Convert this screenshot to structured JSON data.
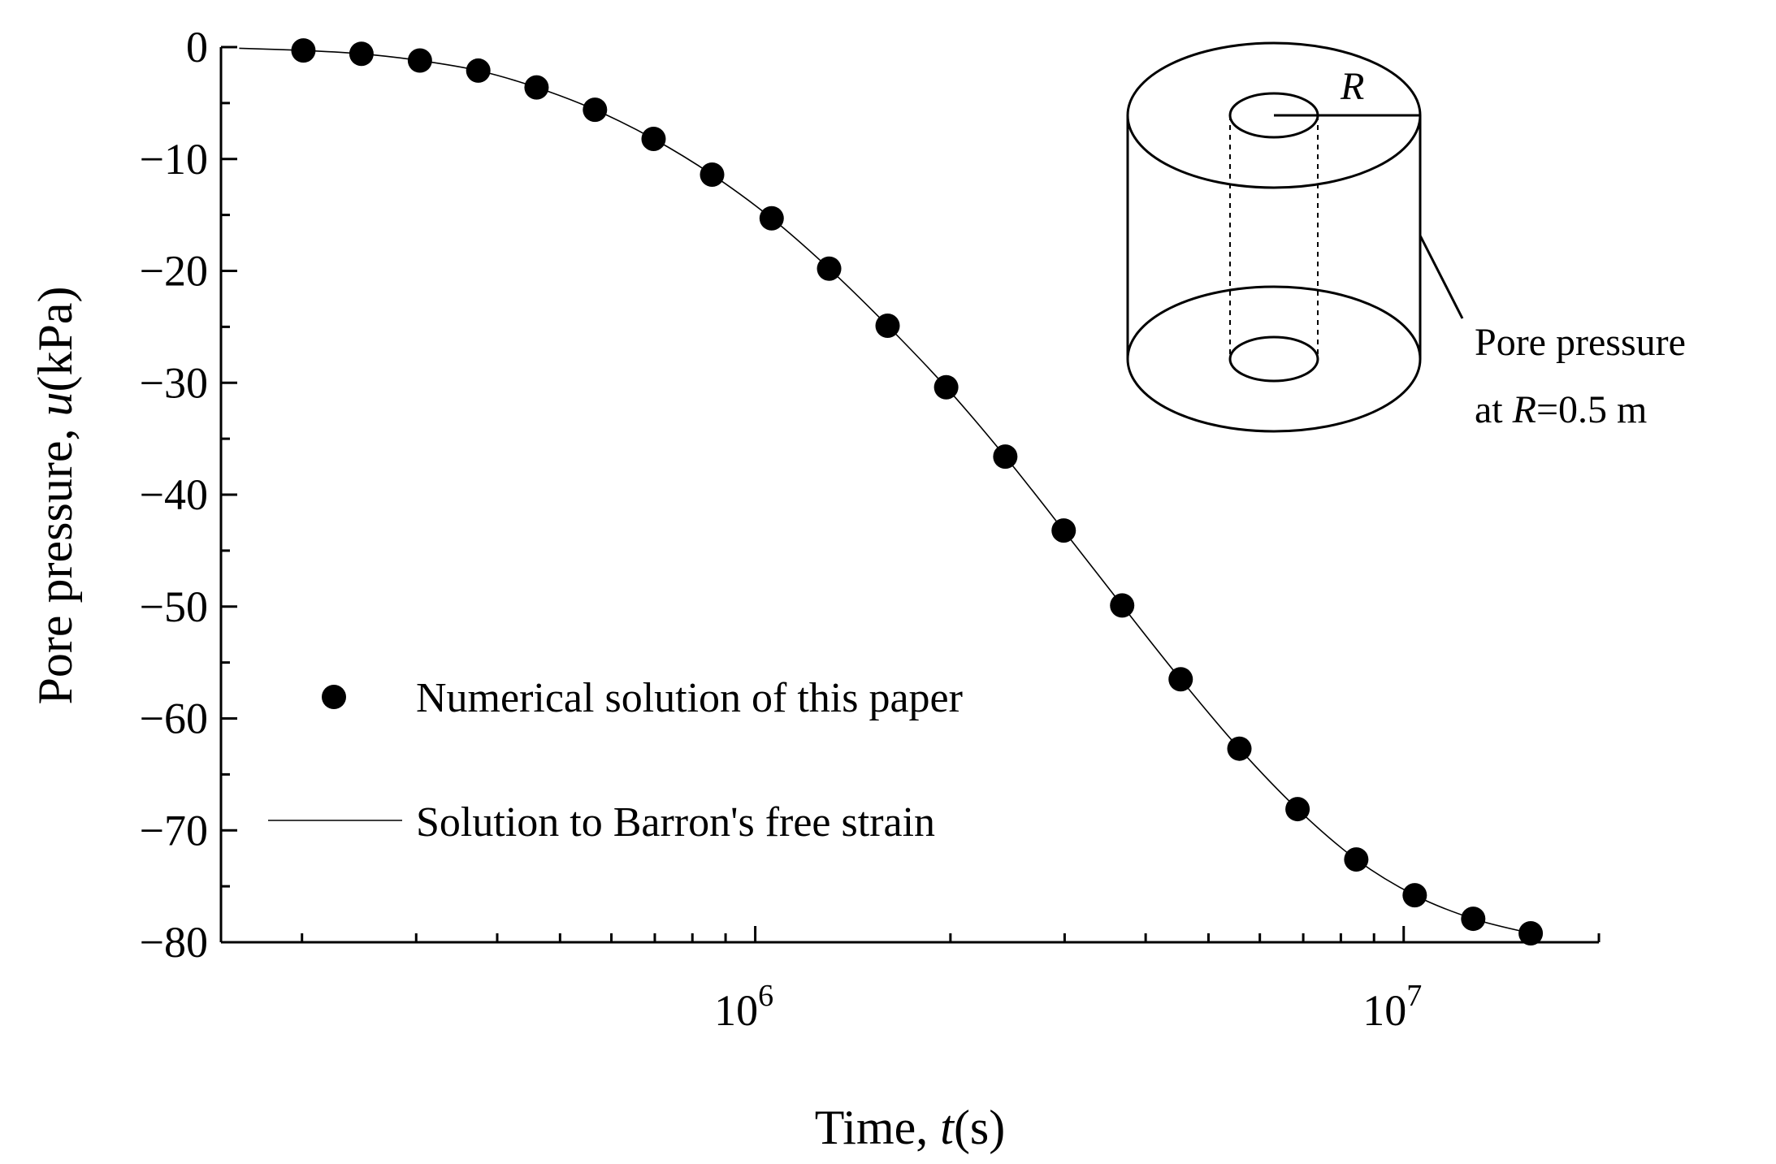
{
  "chart_data": {
    "type": "scatter",
    "xscale": "log",
    "xlim": [
      150000,
      20000000
    ],
    "ylim": [
      -80,
      0
    ],
    "grid": false,
    "legend_placement": "lower-left",
    "xlabel": {
      "prefix": "Time, ",
      "var": "t",
      "suffix": "(s)"
    },
    "ylabel": {
      "prefix": "Pore pressure, ",
      "var": "u",
      "suffix": "(kPa)"
    },
    "x_ticks": [
      {
        "value": 1000000,
        "base": "10",
        "exp": "6"
      },
      {
        "value": 10000000,
        "base": "10",
        "exp": "7"
      }
    ],
    "y_ticks": [
      {
        "value": 0,
        "label": "0"
      },
      {
        "value": -10,
        "label": "−10"
      },
      {
        "value": -20,
        "label": "−20"
      },
      {
        "value": -30,
        "label": "−30"
      },
      {
        "value": -40,
        "label": "−40"
      },
      {
        "value": -50,
        "label": "−50"
      },
      {
        "value": -60,
        "label": "−60"
      },
      {
        "value": -70,
        "label": "−70"
      },
      {
        "value": -80,
        "label": "−80"
      }
    ],
    "series": [
      {
        "name": "Numerical solution of this paper",
        "style": "marker",
        "color": "#000000",
        "points": [
          {
            "x": 201000,
            "y": -0.3
          },
          {
            "x": 247000,
            "y": -0.6
          },
          {
            "x": 304000,
            "y": -1.2
          },
          {
            "x": 374000,
            "y": -2.1
          },
          {
            "x": 460000,
            "y": -3.6
          },
          {
            "x": 566000,
            "y": -5.6
          },
          {
            "x": 697000,
            "y": -8.2
          },
          {
            "x": 858000,
            "y": -11.4
          },
          {
            "x": 1060000,
            "y": -15.3
          },
          {
            "x": 1300000,
            "y": -19.8
          },
          {
            "x": 1600000,
            "y": -24.9
          },
          {
            "x": 1970000,
            "y": -30.4
          },
          {
            "x": 2430000,
            "y": -36.6
          },
          {
            "x": 2990000,
            "y": -43.2
          },
          {
            "x": 3680000,
            "y": -49.9
          },
          {
            "x": 4530000,
            "y": -56.5
          },
          {
            "x": 5580000,
            "y": -62.7
          },
          {
            "x": 6860000,
            "y": -68.1
          },
          {
            "x": 8450000,
            "y": -72.6
          },
          {
            "x": 10400000,
            "y": -75.8
          },
          {
            "x": 12800000,
            "y": -77.9
          },
          {
            "x": 15700000,
            "y": -79.2
          }
        ]
      },
      {
        "name": "Solution to Barron's free strain",
        "style": "line",
        "color": "#000000",
        "points": [
          {
            "x": 160000,
            "y": -0.1
          },
          {
            "x": 201000,
            "y": -0.3
          },
          {
            "x": 247000,
            "y": -0.6
          },
          {
            "x": 304000,
            "y": -1.2
          },
          {
            "x": 374000,
            "y": -2.1
          },
          {
            "x": 460000,
            "y": -3.6
          },
          {
            "x": 566000,
            "y": -5.6
          },
          {
            "x": 697000,
            "y": -8.2
          },
          {
            "x": 858000,
            "y": -11.4
          },
          {
            "x": 1060000,
            "y": -15.3
          },
          {
            "x": 1300000,
            "y": -19.8
          },
          {
            "x": 1600000,
            "y": -24.9
          },
          {
            "x": 1970000,
            "y": -30.4
          },
          {
            "x": 2430000,
            "y": -36.6
          },
          {
            "x": 2990000,
            "y": -43.2
          },
          {
            "x": 3680000,
            "y": -49.9
          },
          {
            "x": 4530000,
            "y": -56.5
          },
          {
            "x": 5580000,
            "y": -62.7
          },
          {
            "x": 6860000,
            "y": -68.1
          },
          {
            "x": 8450000,
            "y": -72.6
          },
          {
            "x": 10400000,
            "y": -75.8
          },
          {
            "x": 12800000,
            "y": -77.9
          },
          {
            "x": 15700000,
            "y": -79.2
          }
        ]
      }
    ],
    "inset": {
      "radius_label": "R",
      "note_line1": "Pore pressure",
      "note_line2_prefix": "at ",
      "note_line2_var": "R",
      "note_line2_suffix": "=0.5 m"
    }
  }
}
